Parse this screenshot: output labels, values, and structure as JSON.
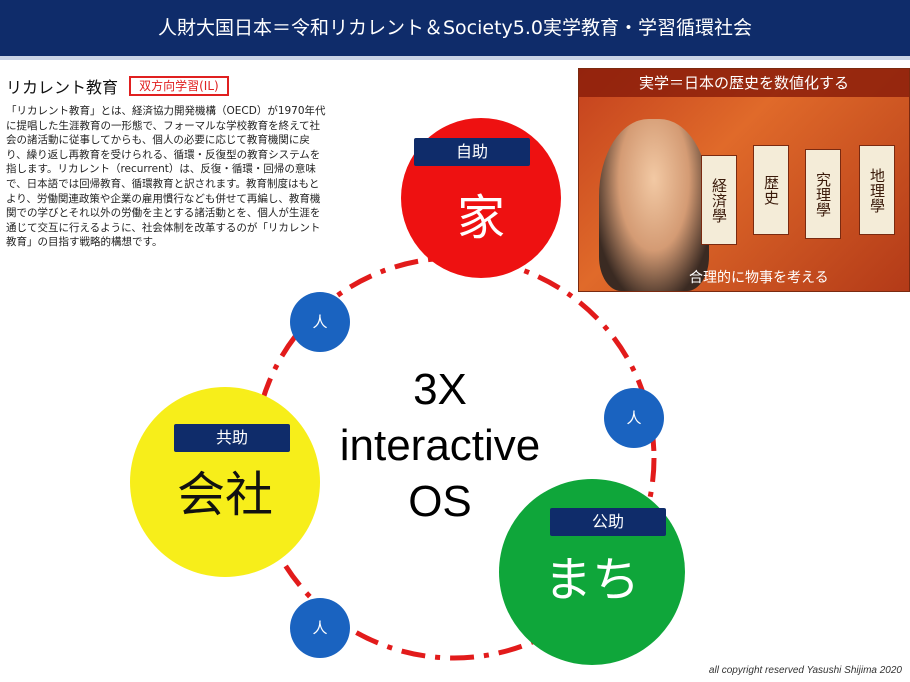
{
  "header": {
    "title": "人財大国日本＝令和リカレント＆Society5.0実学教育・学習循環社会"
  },
  "recurrent": {
    "title": "リカレント教育",
    "tag": "双方向学習(IL)",
    "body": "「リカレント教育」とは、経済協力開発機構（OECD）が1970年代に提唱した生涯教育の一形態で、フォーマルな学校教育を終えて社会の諸活動に従事してからも、個人の必要に応じて教育機関に戻り、繰り返し再教育を受けられる、循環・反復型の教育システムを指します。リカレント（recurrent）は、反復・循環・回帰の意味で、日本語では回帰教育、循環教育と訳されます。教育制度はもとより、労働関連政策や企業の雇用慣行なども併せて再編し、教育機関での学びとそれ以外の労働を主とする諸活動とを、個人が生涯を通じて交互に行えるように、社会体制を改革するのが「リカレント教育」の目指す戦略的構想です。"
  },
  "photo": {
    "title": "実学＝日本の歴史を数値化する",
    "cards": [
      "経済學",
      "歴史",
      "究理學",
      "地理學"
    ],
    "caption": "合理的に物事を考える"
  },
  "circles": {
    "home": {
      "label": "自助",
      "text": "家",
      "color": "#ee1111"
    },
    "company": {
      "label": "共助",
      "text": "会社",
      "color": "#f7ee1a"
    },
    "town": {
      "label": "公助",
      "text": "まち",
      "color": "#0fa63a"
    }
  },
  "people": [
    "人",
    "人",
    "人"
  ],
  "center": {
    "line1": "3X",
    "line2": "interactive",
    "line3": "OS"
  },
  "copyright": "all  copyright reserved Yasushi Shijima 2020",
  "colors": {
    "navy": "#0f2c6a",
    "ring": "#e21b1b",
    "person": "#1a63c0"
  }
}
